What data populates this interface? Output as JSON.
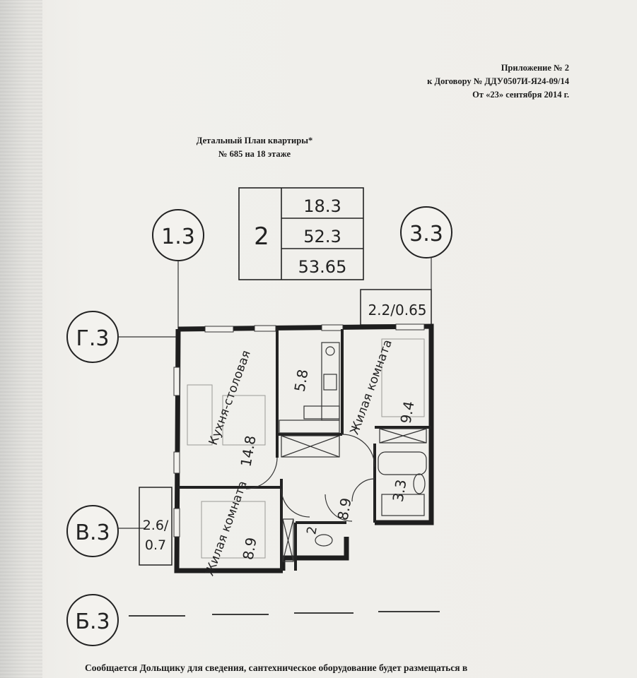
{
  "header": {
    "line1": "Приложение № 2",
    "line2": "к Договору № ДДУ0507И-Я24-09/14",
    "line3": "От «23» сентября 2014 г."
  },
  "plan_title": {
    "line1": "Детальный План квартиры*",
    "line2": "№ 685 на 18 этаже"
  },
  "summary_box": {
    "rooms": "2",
    "living_area": "18.3",
    "total_area": "52.3",
    "total_with_balcony": "53.65"
  },
  "grid_axes": {
    "top_left": "1.3",
    "top_right": "3.3",
    "left_upper": "Г.3",
    "left_lower": "В.3",
    "bottom": "Б.3"
  },
  "rooms": {
    "kitchen_label": "Кухня-столовая",
    "kitchen_area": "14.8",
    "bath_upper_area": "5.8",
    "bedroom_right_label": "Жилая комната",
    "bedroom_right_area": "9.4",
    "bathroom_area": "3.3",
    "hall_area": "8.9",
    "wc_area": "2",
    "bedroom_left_label": "Жилая комната",
    "bedroom_left_area": "8.9"
  },
  "balconies": {
    "right": "2.2/0.65",
    "left_top": "2.6/",
    "left_bottom": "0.7"
  },
  "footer": {
    "text": "Сообщается Дольщику для сведения, сантехническое оборудование будет размещаться в"
  }
}
